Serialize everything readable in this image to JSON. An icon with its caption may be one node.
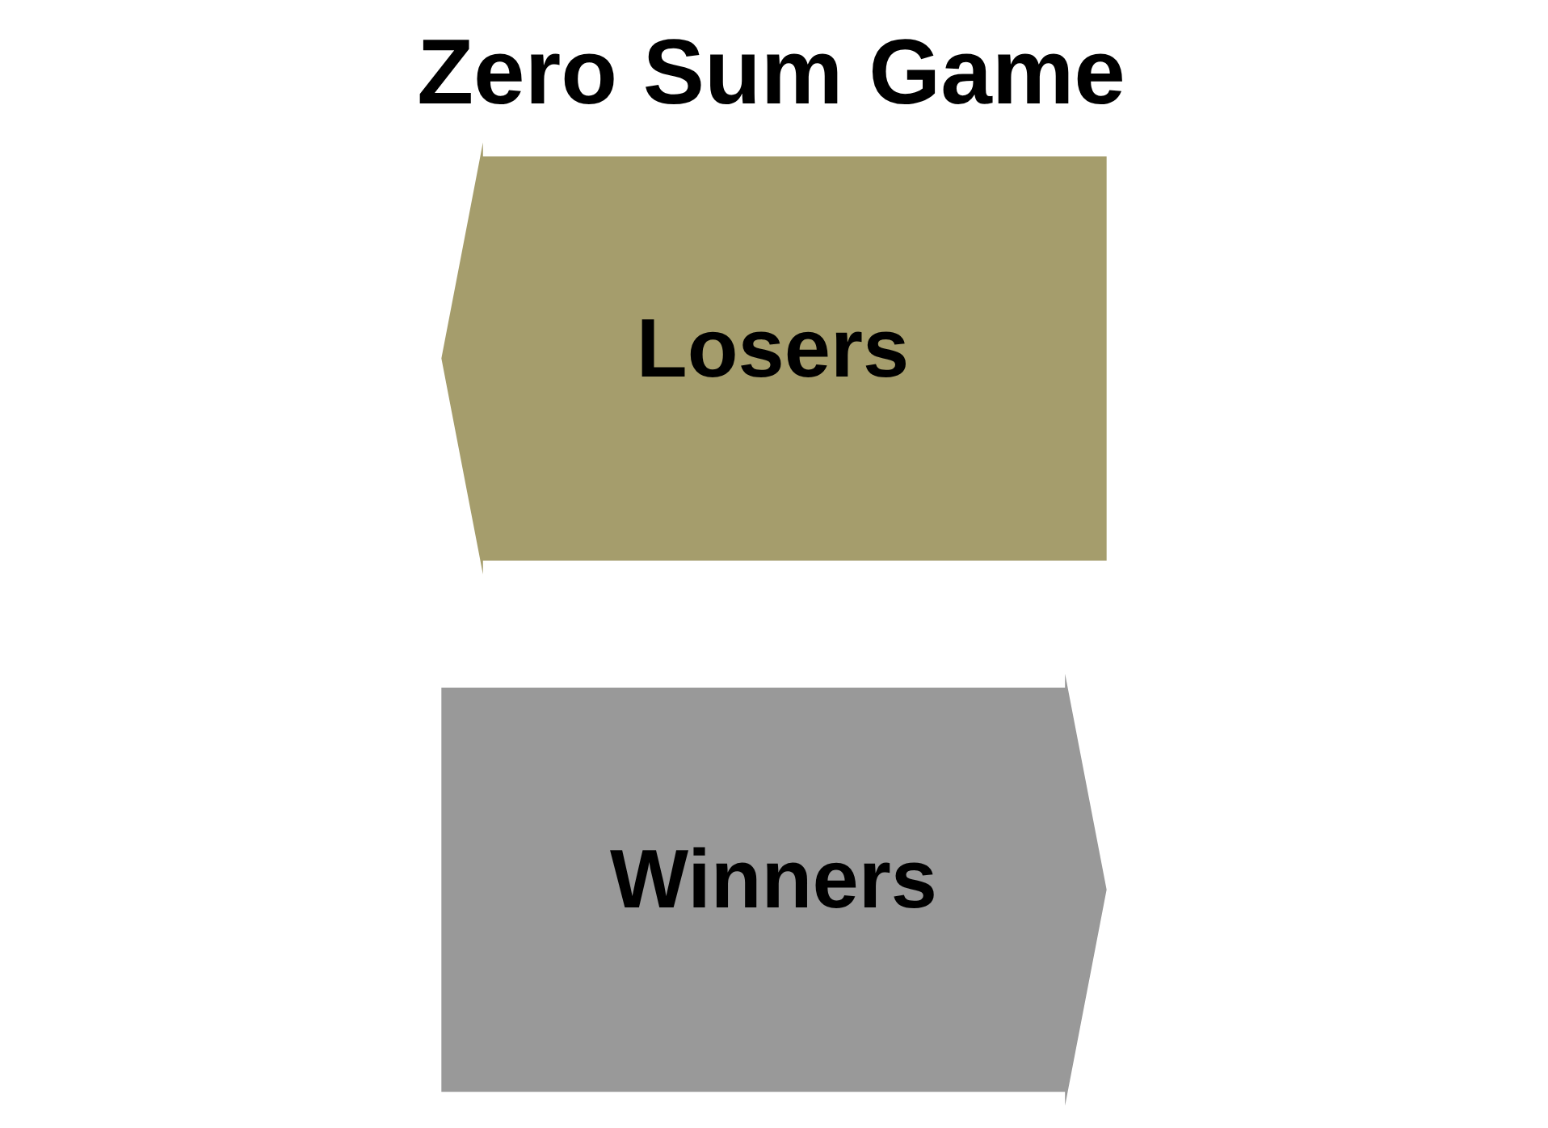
{
  "diagram": {
    "title": "Zero Sum Game",
    "nodes": [
      {
        "text": [
          "Winners"
        ]
      },
      {
        "text": [
          "Losers"
        ]
      }
    ]
  }
}
